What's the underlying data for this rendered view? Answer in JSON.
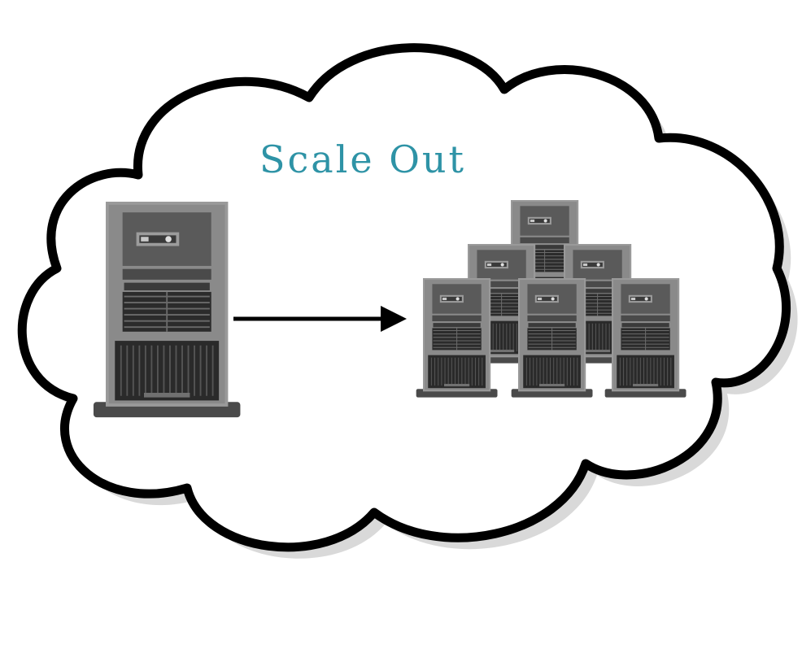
{
  "diagram": {
    "title": "Scale Out",
    "source_label": "server-tower",
    "target_label": "server-cluster",
    "target_server_count": 6
  },
  "colors": {
    "title": "#2e93a6",
    "cloud_outline": "#000000",
    "cloud_fill": "#ffffff",
    "cloud_shadow": "#d9d9d9",
    "arrow": "#000000",
    "server_body": "#8c8c8c",
    "server_panel": "#3f3f3f",
    "server_dark": "#1f1f1f"
  }
}
